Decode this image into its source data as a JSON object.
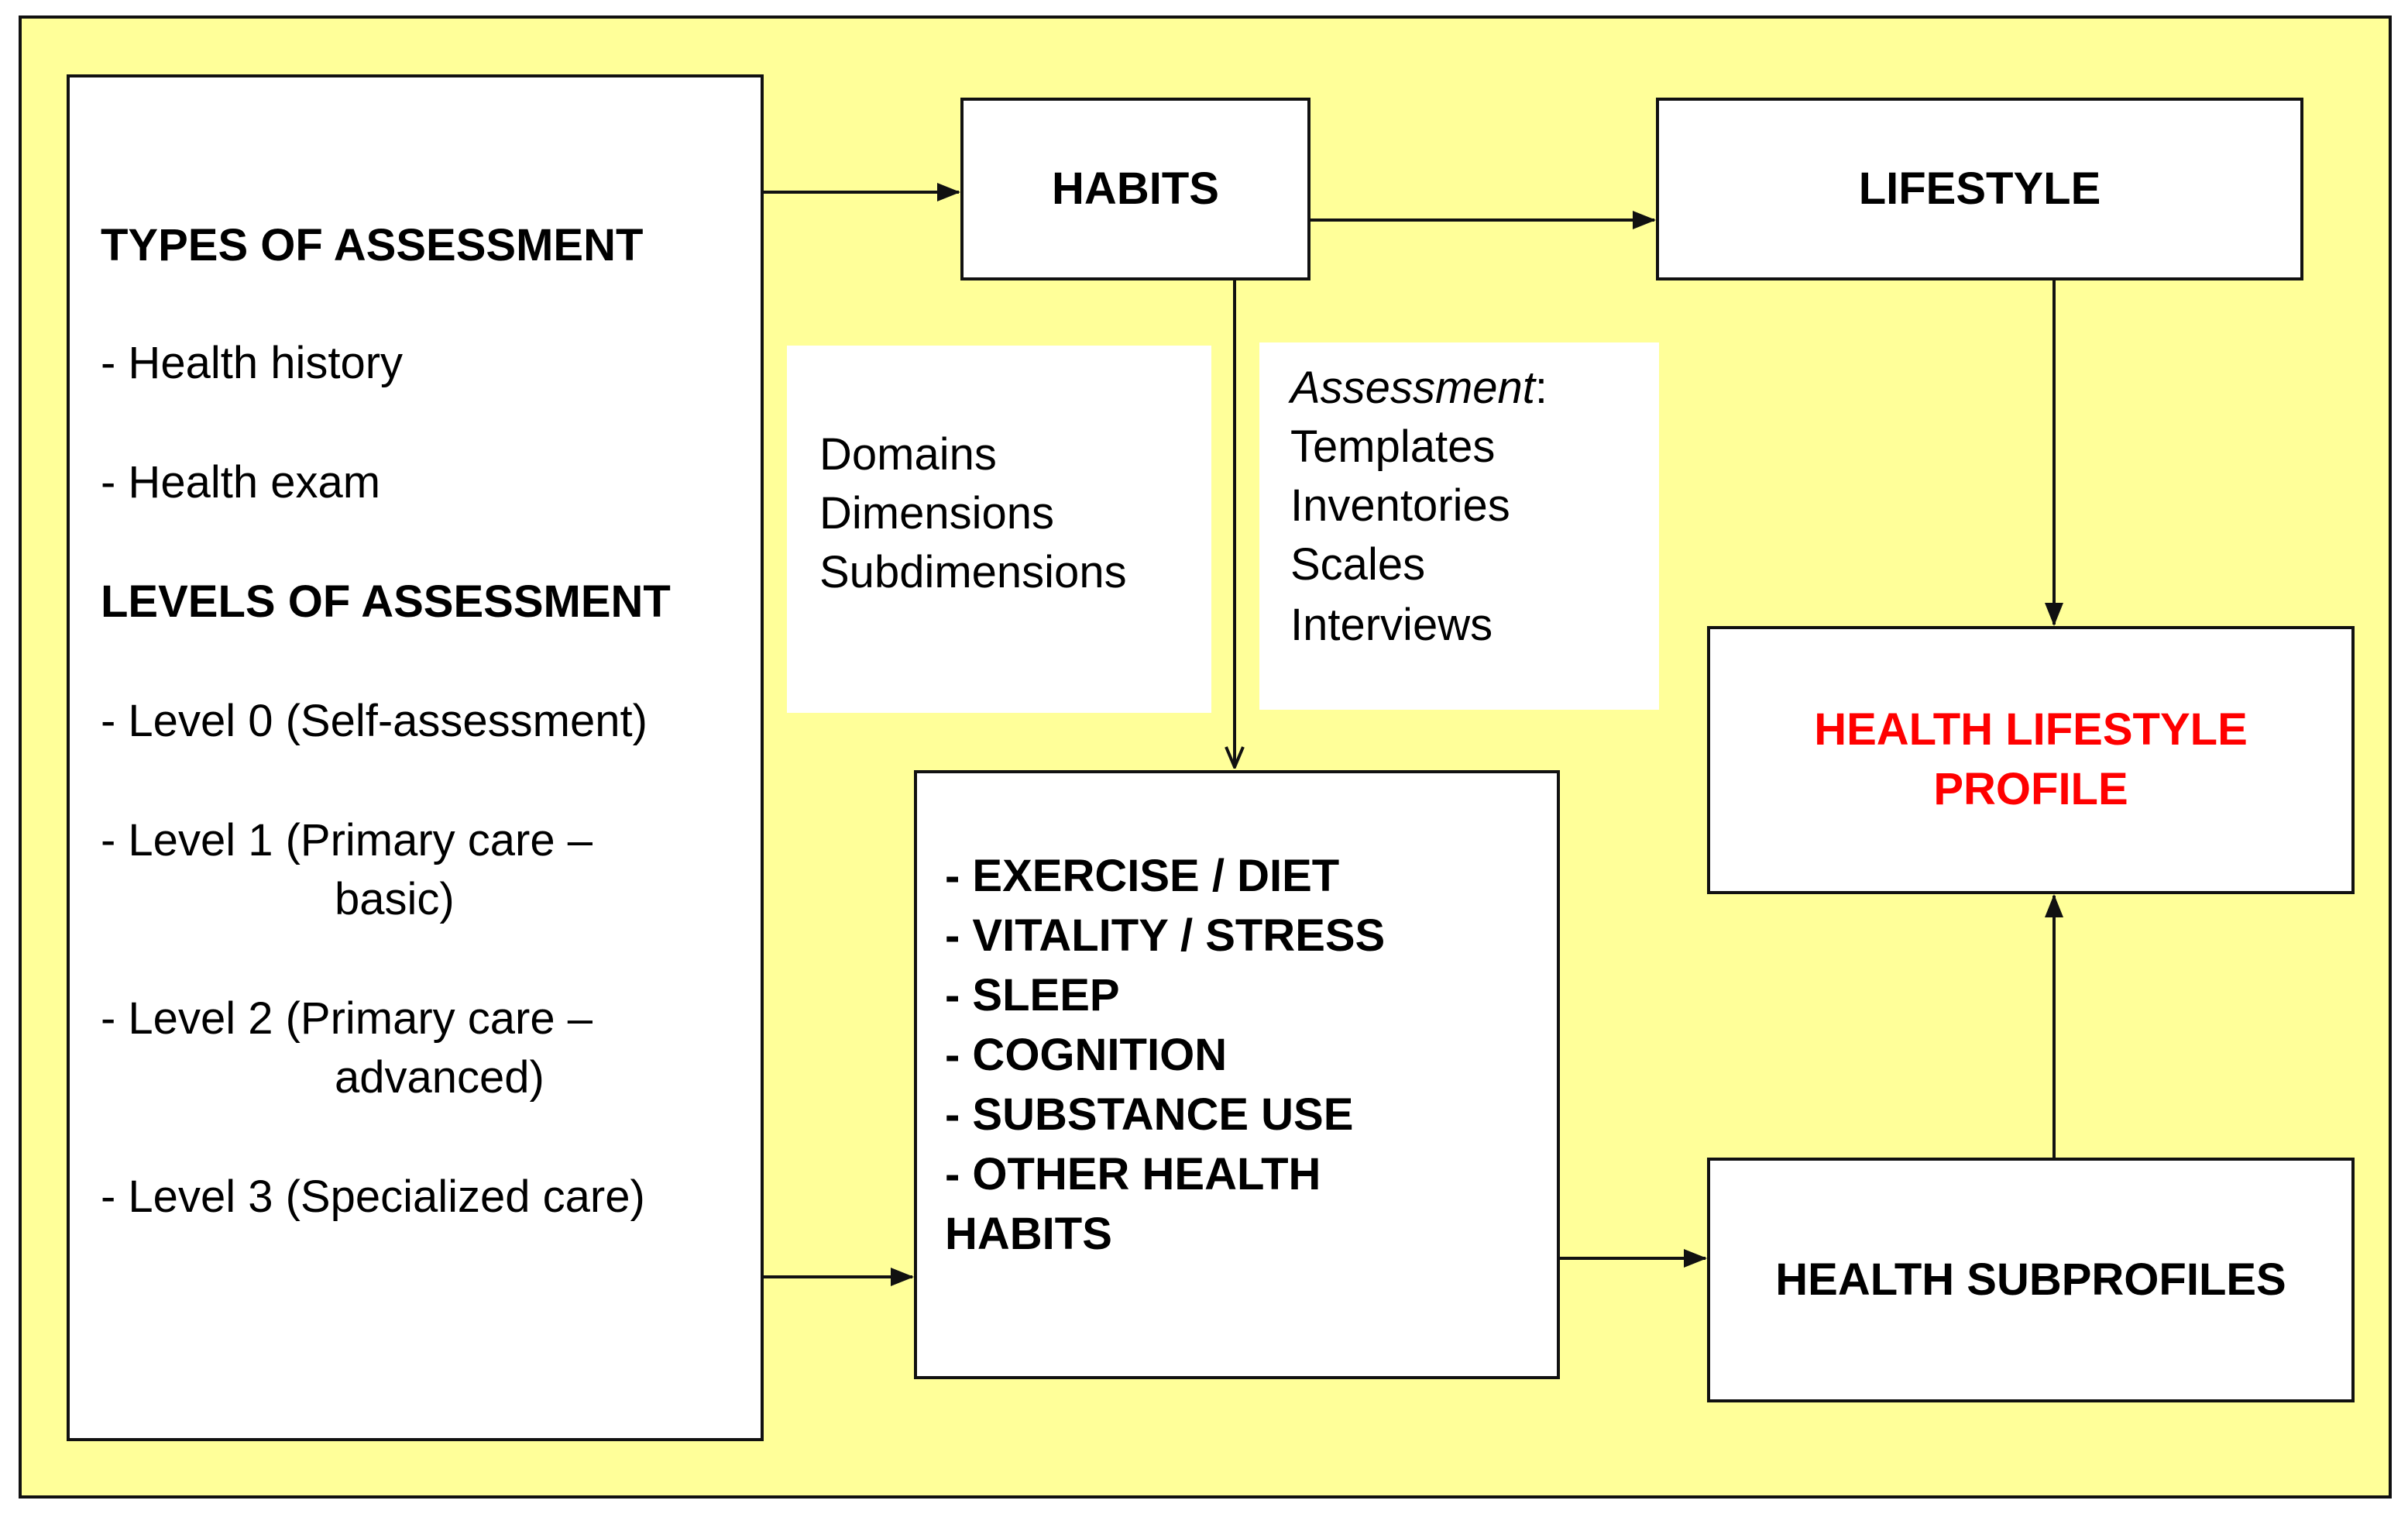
{
  "colors": {
    "background": "#FFFF99",
    "box_fill": "#FFFFFF",
    "stroke": "#111111",
    "highlight_text": "#FF0000"
  },
  "left_panel": {
    "types_heading": "TYPES OF ASSESSMENT",
    "types_items": [
      "- Health history",
      "- Health exam"
    ],
    "levels_heading": "LEVELS OF ASSESSMENT",
    "level0": "- Level  0 (Self-assessment)",
    "level1_line1": "- Level  1 (Primary care –",
    "level1_line2": "basic)",
    "level2_line1": "- Level  2 (Primary care –",
    "level2_line2": "advanced)",
    "level3": "- Level  3 (Specialized care)"
  },
  "habits": {
    "label": "HABITS"
  },
  "lifestyle": {
    "label": "LIFESTYLE"
  },
  "domains_note": {
    "lines": [
      "Domains",
      "Dimensions",
      "Subdimensions"
    ]
  },
  "assessment_note": {
    "title": "Assessment",
    "title_suffix": ":",
    "lines": [
      "Templates",
      "Inventories",
      "Scales",
      "Interviews"
    ]
  },
  "habit_list": {
    "lines": [
      "- EXERCISE / DIET",
      "- VITALITY / STRESS",
      "- SLEEP",
      "- COGNITION",
      "- SUBSTANCE USE",
      "- OTHER HEALTH",
      "HABITS"
    ]
  },
  "profile": {
    "line1": "HEALTH LIFESTYLE",
    "line2": "PROFILE"
  },
  "subprofiles": {
    "label": "HEALTH SUBPROFILES"
  }
}
